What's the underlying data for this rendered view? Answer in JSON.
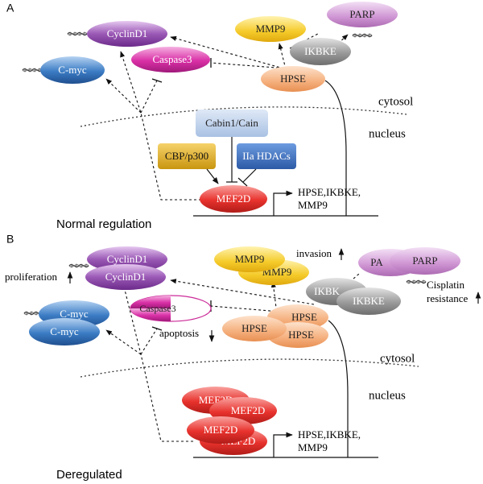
{
  "panels": {
    "a": {
      "letter": "A",
      "caption": "Normal regulation",
      "cytosol": "cytosol",
      "nucleus": "nucleus",
      "targets": [
        "HPSE,IKBKE,",
        "MMP9"
      ],
      "nodes": {
        "cyclind1": "CyclinD1",
        "cmyc": "C-myc",
        "caspase3": "Caspase3",
        "mmp9": "MMP9",
        "parp": "PARP",
        "ikbke": "IKBKE",
        "hpse": "HPSE",
        "cabin": "Cabin1/Cain",
        "cbp": "CBP/p300",
        "hdac": "IIa HDACs",
        "mef2d": "MEF2D"
      }
    },
    "b": {
      "letter": "B",
      "caption": "Deregulated",
      "cytosol": "cytosol",
      "nucleus": "nucleus",
      "targets": [
        "HPSE,IKBKE,",
        "MMP9"
      ],
      "nodes": {
        "cyclind1_front": "CyclinD1",
        "cyclind1_back": "CyclinD1",
        "cmyc_back": "C-myc",
        "cmyc_front": "C-myc",
        "caspase3": "Caspase3",
        "mmp9_back": "MMP9",
        "mmp9_front": "MMP9",
        "parp_back": "PA",
        "parp_front": "PARP",
        "ikbke_back": "IKBK",
        "ikbke_front": "IKBKE",
        "hpse_back": "HPSE",
        "hpse_mid": "HPSE",
        "hpse_front": "HPSE",
        "mef2d_1": "MEF2D",
        "mef2d_2": "MEF2D",
        "mef2d_3": "MEF2D",
        "mef2d_4": "MEF2D"
      },
      "labels": {
        "proliferation": "proliferation",
        "invasion": "invasion",
        "apoptosis": "apoptosis",
        "cisplatin": "Cisplatin",
        "resistance": "resistance"
      }
    }
  },
  "colors": {
    "cyclind1": "#8e44ad",
    "cmyc": "#2f6fb8",
    "caspase3": "#cc2c99",
    "mmp9": "#f1c21b",
    "parp": "#c586c9",
    "ikbke": "#8f8f8f",
    "hpse": "#f2a26d",
    "mef2d": "#e8322d",
    "cabin": "#b8cbe6",
    "cbp": "#d9a81e",
    "hdac": "#3a6fc0"
  },
  "icons": [
    "dna-icon"
  ]
}
